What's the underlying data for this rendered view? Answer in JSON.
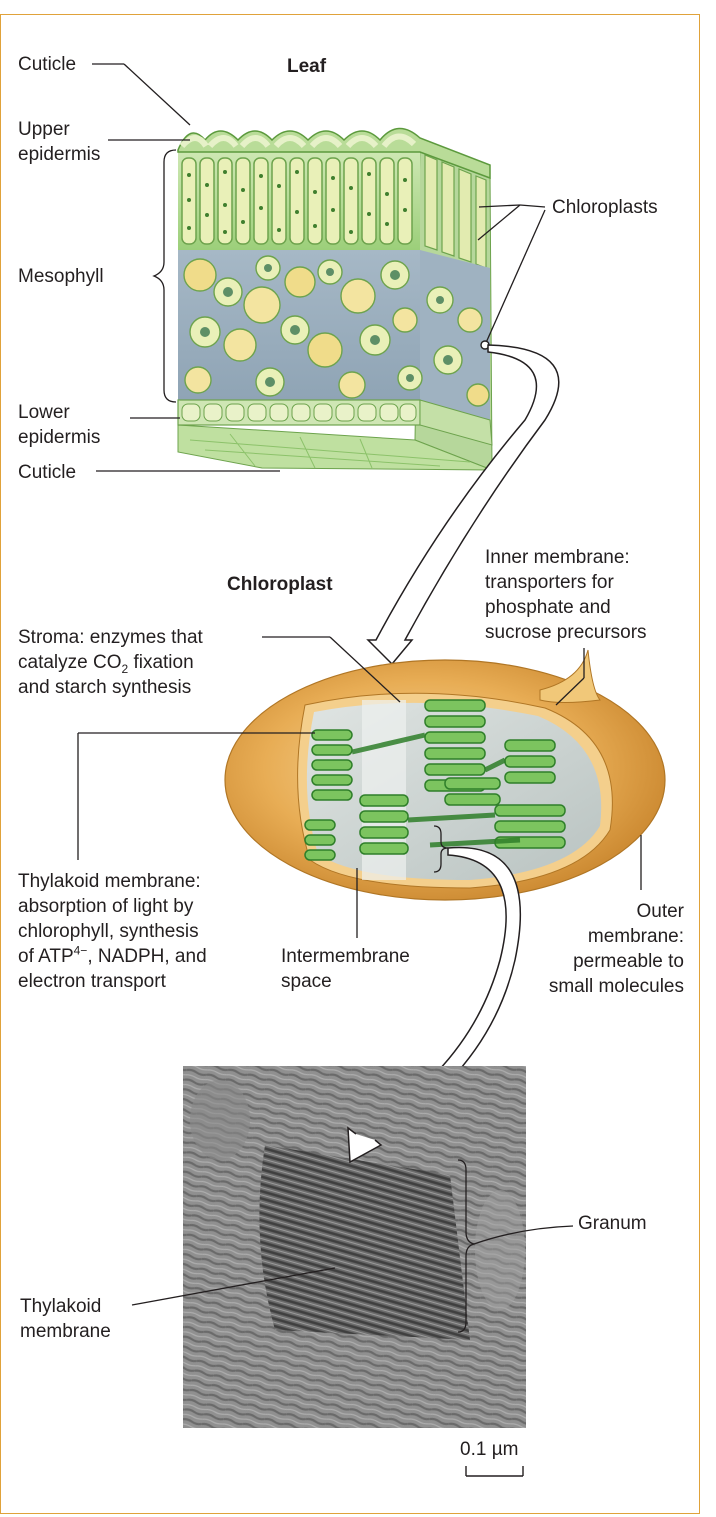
{
  "leaf": {
    "title": "Leaf",
    "cuticle_top": "Cuticle",
    "upper_epidermis": [
      "Upper",
      "epidermis"
    ],
    "mesophyll": "Mesophyll",
    "lower_epidermis": [
      "Lower",
      "epidermis"
    ],
    "cuticle_bottom": "Cuticle",
    "chloroplasts": "Chloroplasts"
  },
  "chloroplast": {
    "title": "Chloroplast",
    "stroma": [
      "Stroma: enzymes that",
      "catalyze CO",
      "2",
      " fixation",
      "and starch synthesis"
    ],
    "inner_membrane": [
      "Inner membrane:",
      "transporters for",
      "phosphate and",
      "sucrose precursors"
    ],
    "thylakoid_membrane": [
      "Thylakoid membrane:",
      "absorption of light by",
      "chlorophyll, synthesis",
      "of ATP",
      "4−",
      ", NADPH, and",
      "electron transport"
    ],
    "intermembrane": [
      "Intermembrane",
      "space"
    ],
    "outer_membrane": [
      "Outer",
      "membrane:",
      "permeable to",
      "small molecules"
    ]
  },
  "micrograph": {
    "granum": "Granum",
    "thylakoid": [
      "Thylakoid",
      "membrane"
    ],
    "scale": "0.1 µm"
  },
  "colors": {
    "border": "#e0a23a",
    "leaf_green": "#9ccf7a",
    "cell_yellow": "#f3e4a0",
    "air_space": "#a9b9c7",
    "chloroplast_tan": "#e6a94e",
    "thylakoid_green": "#5db84a"
  }
}
